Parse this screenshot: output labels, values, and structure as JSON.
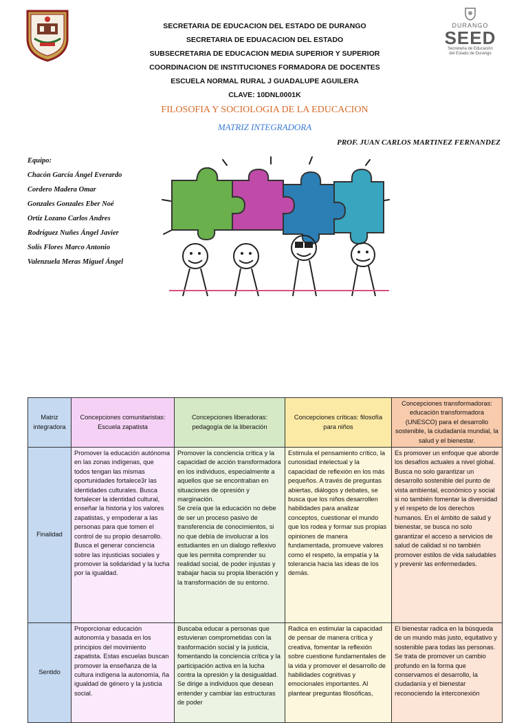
{
  "header": {
    "lines": [
      "SECRETARIA DE EDUCACION DEL ESTADO DE DURANGO",
      "SECRETARIA DE EDUACACION DEL ESTADO",
      "SUBSECRETARIA DE EDUCACION MEDIA SUPERIOR Y SUPERIOR",
      "COORDINACION DE INSTITUCIONES FORMADORA DE DOCENTES",
      "ESCUELA NORMAL RURAL J GUADALUPE AGUILERA",
      "CLAVE: 10DNL0001K"
    ],
    "subject": "FILOSOFIA Y SOCIOLOGIA DE LA EDUCACION",
    "document_title": "MATRIZ INTEGRADORA",
    "professor": "PROF. JUAN CARLOS MARTINEZ FERNANDEZ"
  },
  "logo_right": {
    "small": "DURANGO",
    "big": "SEED",
    "line1": "Secretaría de Educación",
    "line2": "del Estado de Durango"
  },
  "team": {
    "label": "Equipo:",
    "members": [
      "Chacón García Ángel Everardo",
      "Cordero Madera Omar",
      "Gonzales Gonzales Eber Noé",
      "Ortiz Lozano Carlos Andres",
      "Rodríguez Nuñes Ángel Javier",
      "Solís Flores Marco Antonio",
      "Valenzuela Meras Miguel Ángel"
    ]
  },
  "colors": {
    "puzzle_green": "#6ab04c",
    "puzzle_purple": "#c04aa8",
    "puzzle_blue": "#2b7fb5",
    "puzzle_teal": "#3aa5bf",
    "row_label": "#c5d9f1"
  },
  "matrix": {
    "corner": "Matriz integradora",
    "columns": [
      "Concepciones comunitaristas: Escuela zapatista",
      "Concepciones liberadoras: pedagogía de la liberación",
      "Concepciones críticas: filosofía para niños",
      "Concepciones transformadoras: educación transformadora (UNESCO) para el desarrollo sostenible, la ciudadanía mundial, la salud y el bienestar."
    ],
    "rows": [
      {
        "label": "Finalidad",
        "cells": [
          "Promover la educación autónoma en las zonas indígenas, que todos tengan las mismas oportunidades fortalece3r las identidades culturales. Busca fortalecer la identidad cultural, enseñar la historia y los valores zapatistas, y empoderar a las personas para que tomen el control de su propio desarrollo.\nBusca el generar conciencia sobre las injusticias sociales y promover la solidaridad y la lucha por la igualdad.",
          "Promover la conciencia crítica y la capacidad de acción transformadora en los individuos, especialmente a aquellos que se encontraban en situaciones de opresión y marginación.\nSe creía que la educación no debe de ser un proceso pasivo de transferencia de conocimientos, si no que debía de involucrar a los estudiantes en un dialogo reflexivo que les permita comprender su realidad social, de poder injustas y trabajar hacia su propia liberación y la transformación de su entorno.",
          "Estimula el pensamiento crítico, la curiosidad intelectual y la capacidad de reflexión en los más pequeños. A través de preguntas abiertas, diálogos y debates, se busca que los niños desarrollen habilidades para analizar conceptos, cuestionar el mundo que los rodea y formar sus propias opiniones de manera fundamentada, promueve valores como el respeto, la empatía y la tolerancia hacia las ideas de los demás.",
          "Es promover un enfoque que aborde los desafíos actuales a nivel global. Busca no solo garantizar un desarrollo sostenible del punto de vista ambiental, económico y social si no también fomentar la diversidad y el respeto de los derechos humanos. En el ámbito de salud y bienestar, se busca no solo garantizar el acceso a servicios de salud de calidad si no también promover estilos de vida saludables y prevenir las enfermedades."
        ]
      },
      {
        "label": "Sentido",
        "cells": [
          "Proporcionar educación autonomía y basada en los principios del movimiento zapatista. Estas escuelas buscan promover la enseñanza de la cultura indígena la autonomía, ña igualdad de género y la justicia social.",
          "Buscaba educar a personas que estuvieran comprometidas con la trasformación social y la justicia, fomentando la conciencia crítica y la participación activa en la lucha contra la opresión y la desigualdad. Se dirige a individuos que desean entender y cambiar las estructuras de poder",
          "Radica en estimular la capacidad de pensar de manera crítica y creativa, fomentar la reflexión sobre cuestione fundamentales de la vida y promover el desarrollo de habilidades cognitivas y emocionales importantes. Al plantear preguntas filosóficas,",
          "El bienestar radica en la búsqueda de un mundo más justo, equitativo y sostenible para todas las personas.\nSe trata de promover un cambio profundo en la forma que conservamos el desarrollo, la ciudadanía y el bienestar reconociendo la interconexión"
        ]
      }
    ]
  }
}
